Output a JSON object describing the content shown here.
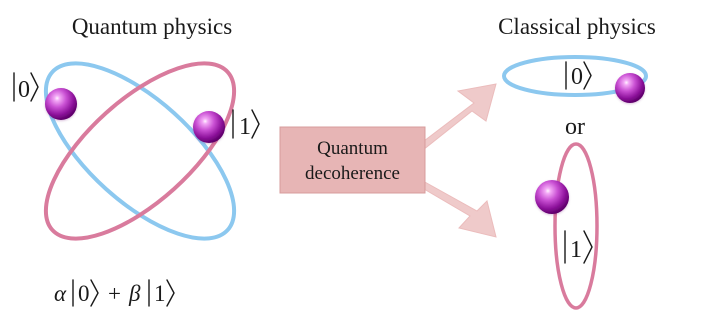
{
  "quantum": {
    "title": "Quantum physics",
    "state_zero": "0",
    "state_one": "1",
    "formula": {
      "alpha": "α",
      "plus": "+",
      "beta": "β"
    }
  },
  "process": {
    "label_line1": "Quantum",
    "label_line2": "decoherence"
  },
  "classical": {
    "title": "Classical physics",
    "state_zero": "0",
    "separator": "or",
    "state_one": "1"
  },
  "colors": {
    "blue_orbit": "#8cc8ef",
    "pink_orbit": "#d97b9d",
    "particle": "#c64ed0",
    "arrow_fill": "#efcaca",
    "box_fill": "#e7b5b5"
  },
  "icons": {
    "particle": "particle-sphere-icon"
  }
}
